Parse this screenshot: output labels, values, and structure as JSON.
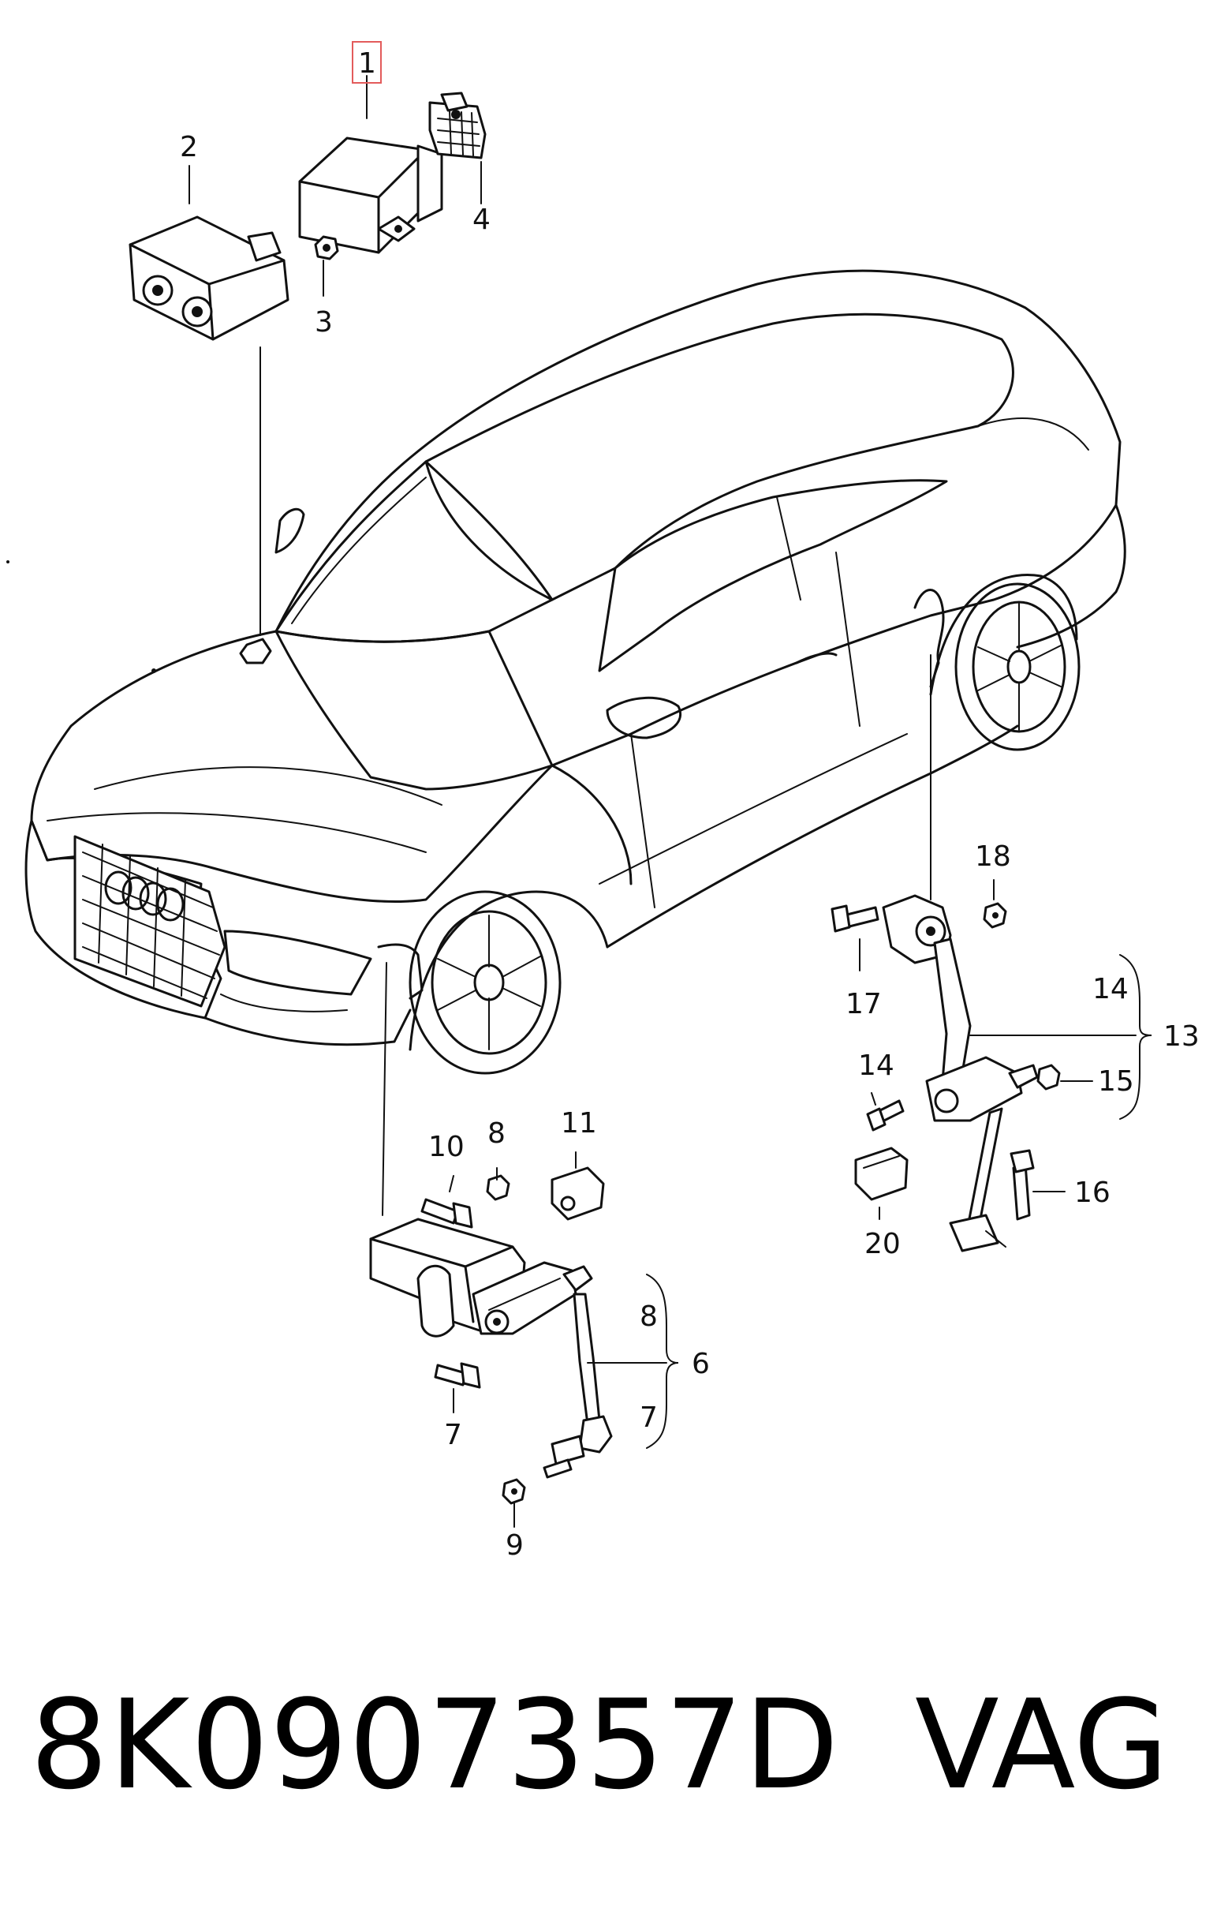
{
  "callouts": {
    "c1": "1",
    "c2": "2",
    "c3": "3",
    "c4": "4",
    "c6": "6",
    "c7a": "7",
    "c7b": "7",
    "c8a": "8",
    "c8b": "8",
    "c9": "9",
    "c10": "10",
    "c11": "11",
    "c13": "13",
    "c14a": "14",
    "c14b": "14",
    "c15": "15",
    "c16": "16",
    "c17": "17",
    "c18": "18",
    "c20": "20"
  },
  "caption": {
    "part_number": "8K0907357D",
    "brand": "VAG"
  },
  "colors": {
    "line": "#111111",
    "highlight": "#e35b5b",
    "background": "#ffffff"
  }
}
